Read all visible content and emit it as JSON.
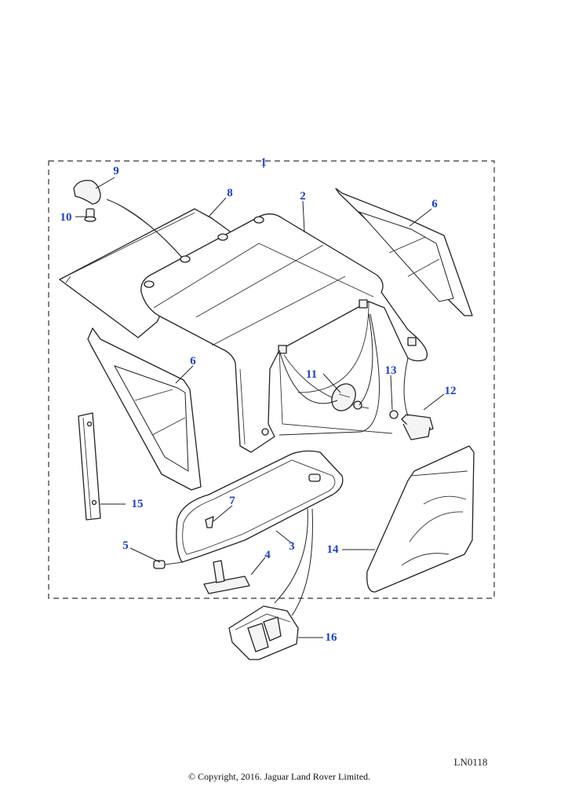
{
  "diagram": {
    "reference": "LN0118",
    "copyright": "© Copyright, 2016. Jaguar Land Rover Limited.",
    "callouts": [
      "1",
      "2",
      "3",
      "4",
      "5",
      "6",
      "6",
      "7",
      "8",
      "9",
      "10",
      "11",
      "12",
      "13",
      "14",
      "15",
      "16"
    ]
  }
}
